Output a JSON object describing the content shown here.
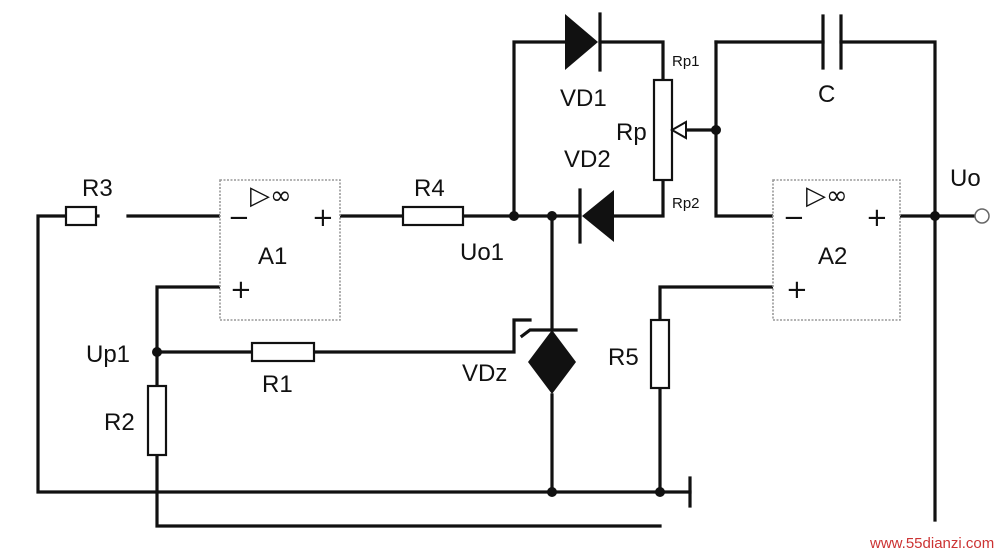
{
  "labels": {
    "R3": "R3",
    "R4": "R4",
    "R1": "R1",
    "R2": "R2",
    "R5": "R5",
    "A1": "A1",
    "A2": "A2",
    "VD1": "VD1",
    "VD2": "VD2",
    "VDz": "VDz",
    "C": "C",
    "Rp": "Rp",
    "Rp1": "Rp1",
    "Rp2": "Rp2",
    "Uo1": "Uo1",
    "Uo": "Uo",
    "Up1": "Up1"
  },
  "opamp_symbols": {
    "inf": "▷∞",
    "minus": "−",
    "plus": "+"
  },
  "watermark": "www.55dianzi.com"
}
